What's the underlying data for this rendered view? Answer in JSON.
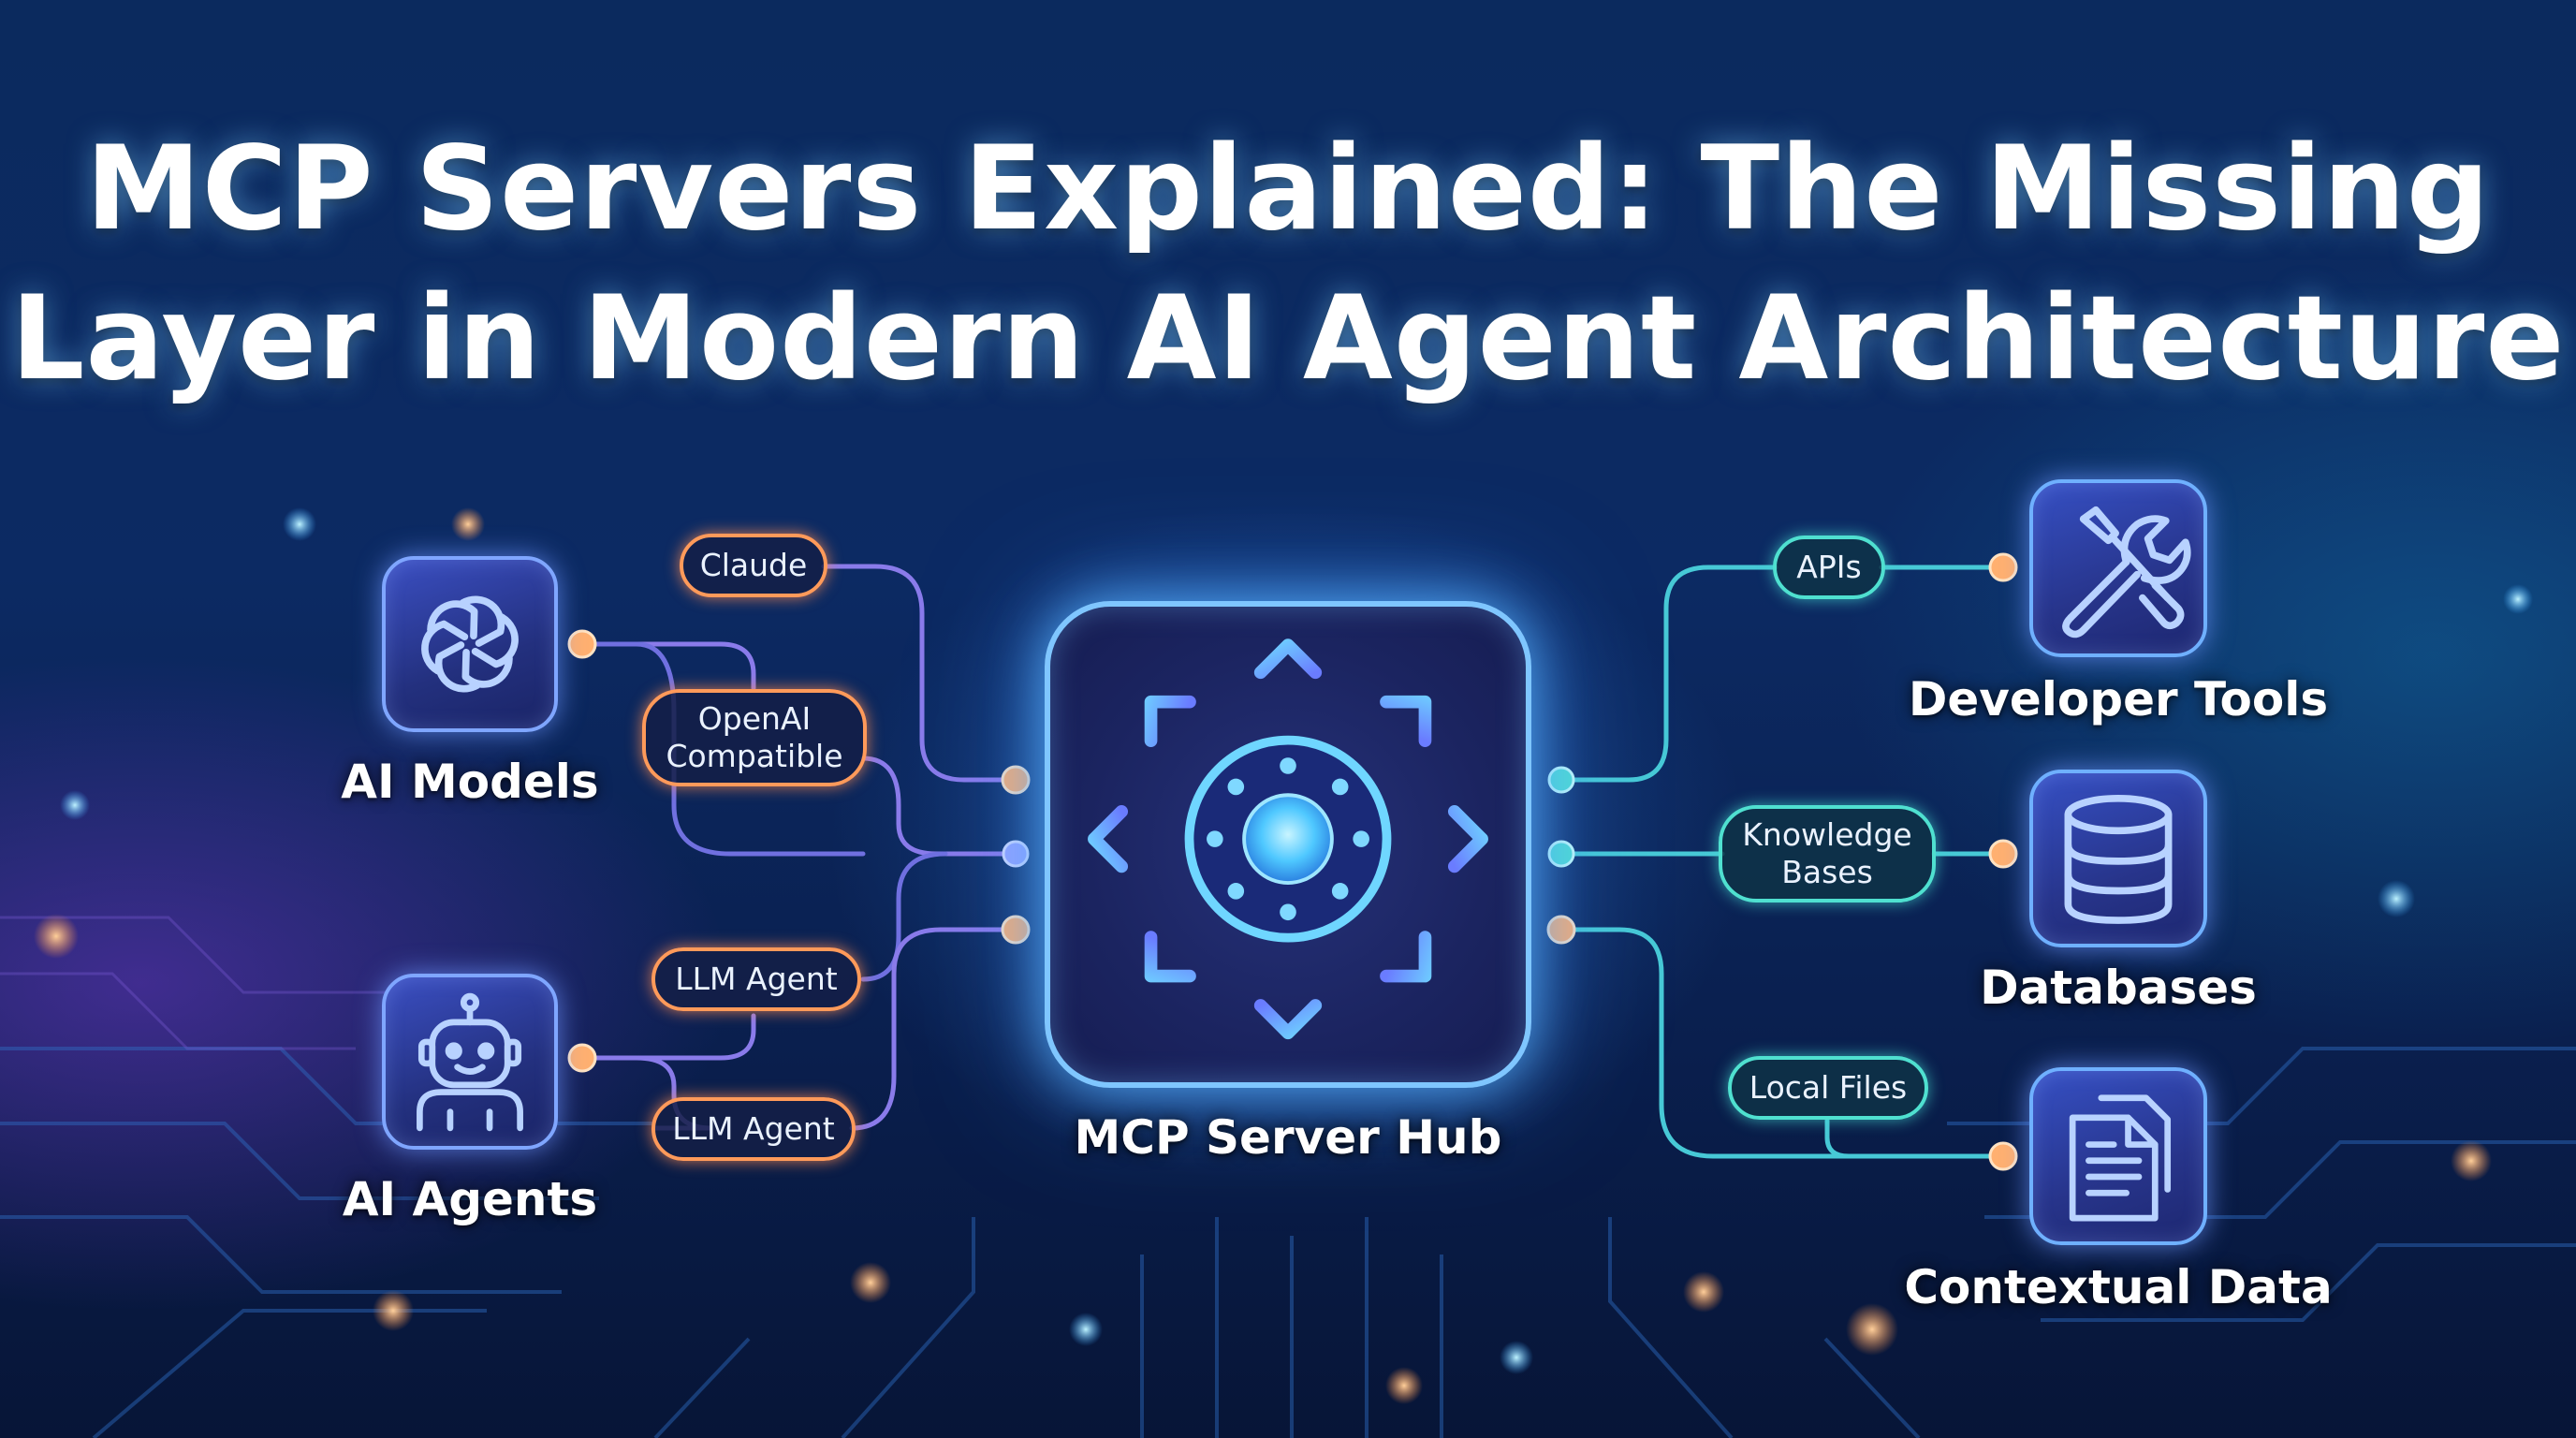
{
  "title": {
    "line1": "MCP Servers Explained: The Missing",
    "line2": "Layer in Modern AI Agent Architecture"
  },
  "hub": {
    "label": "MCP Server Hub",
    "icon": "hub-arrows-icon"
  },
  "left_nodes": {
    "models": {
      "label": "AI Models",
      "icon": "openai-logo-icon"
    },
    "agents": {
      "label": "AI Agents",
      "icon": "robot-icon"
    }
  },
  "right_nodes": {
    "tools": {
      "label": "Developer Tools",
      "icon": "wrench-screwdriver-icon"
    },
    "databases": {
      "label": "Databases",
      "icon": "database-icon"
    },
    "context": {
      "label": "Contextual Data",
      "icon": "documents-icon"
    }
  },
  "pills": {
    "claude": "Claude",
    "openai_1": "OpenAI",
    "openai_2": "Compatible",
    "llm_agent_1": "LLM Agent",
    "llm_agent_2": "LLM Agent",
    "apis": "APIs",
    "knowledge_1": "Knowledge",
    "knowledge_2": "Bases",
    "local_files": "Local Files"
  },
  "colors": {
    "left_connector": "#ff9a5a",
    "left_line": "#8a7bea",
    "right_connector": "#4fe0d0",
    "right_line": "#47c9d6",
    "hub_glow": "#7fc6ff"
  }
}
